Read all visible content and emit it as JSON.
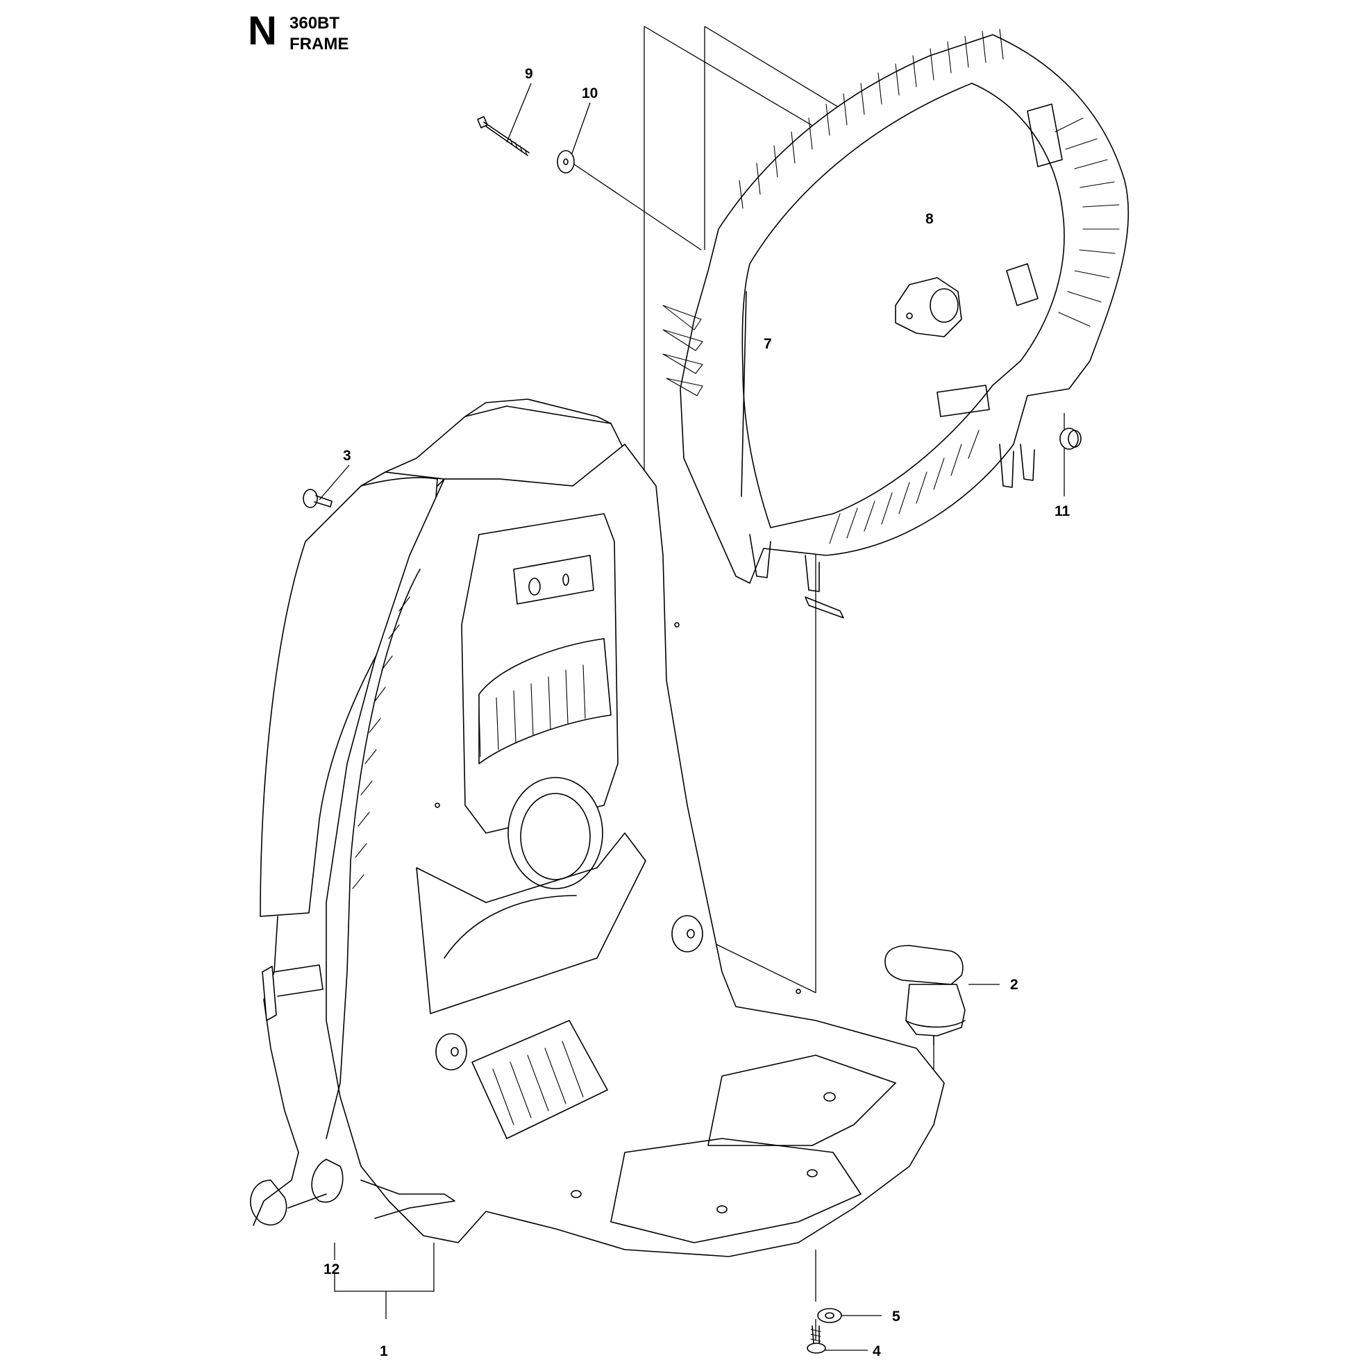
{
  "header": {
    "section_letter": "N",
    "model": "360BT",
    "section_name": "FRAME"
  },
  "callouts": [
    {
      "id": "c1",
      "label": "1"
    },
    {
      "id": "c2",
      "label": "2"
    },
    {
      "id": "c3",
      "label": "3"
    },
    {
      "id": "c4",
      "label": "4"
    },
    {
      "id": "c5",
      "label": "5"
    },
    {
      "id": "c7",
      "label": "7"
    },
    {
      "id": "c8",
      "label": "8"
    },
    {
      "id": "c9",
      "label": "9"
    },
    {
      "id": "c10",
      "label": "10"
    },
    {
      "id": "c11",
      "label": "11"
    },
    {
      "id": "c12",
      "label": "12"
    }
  ]
}
